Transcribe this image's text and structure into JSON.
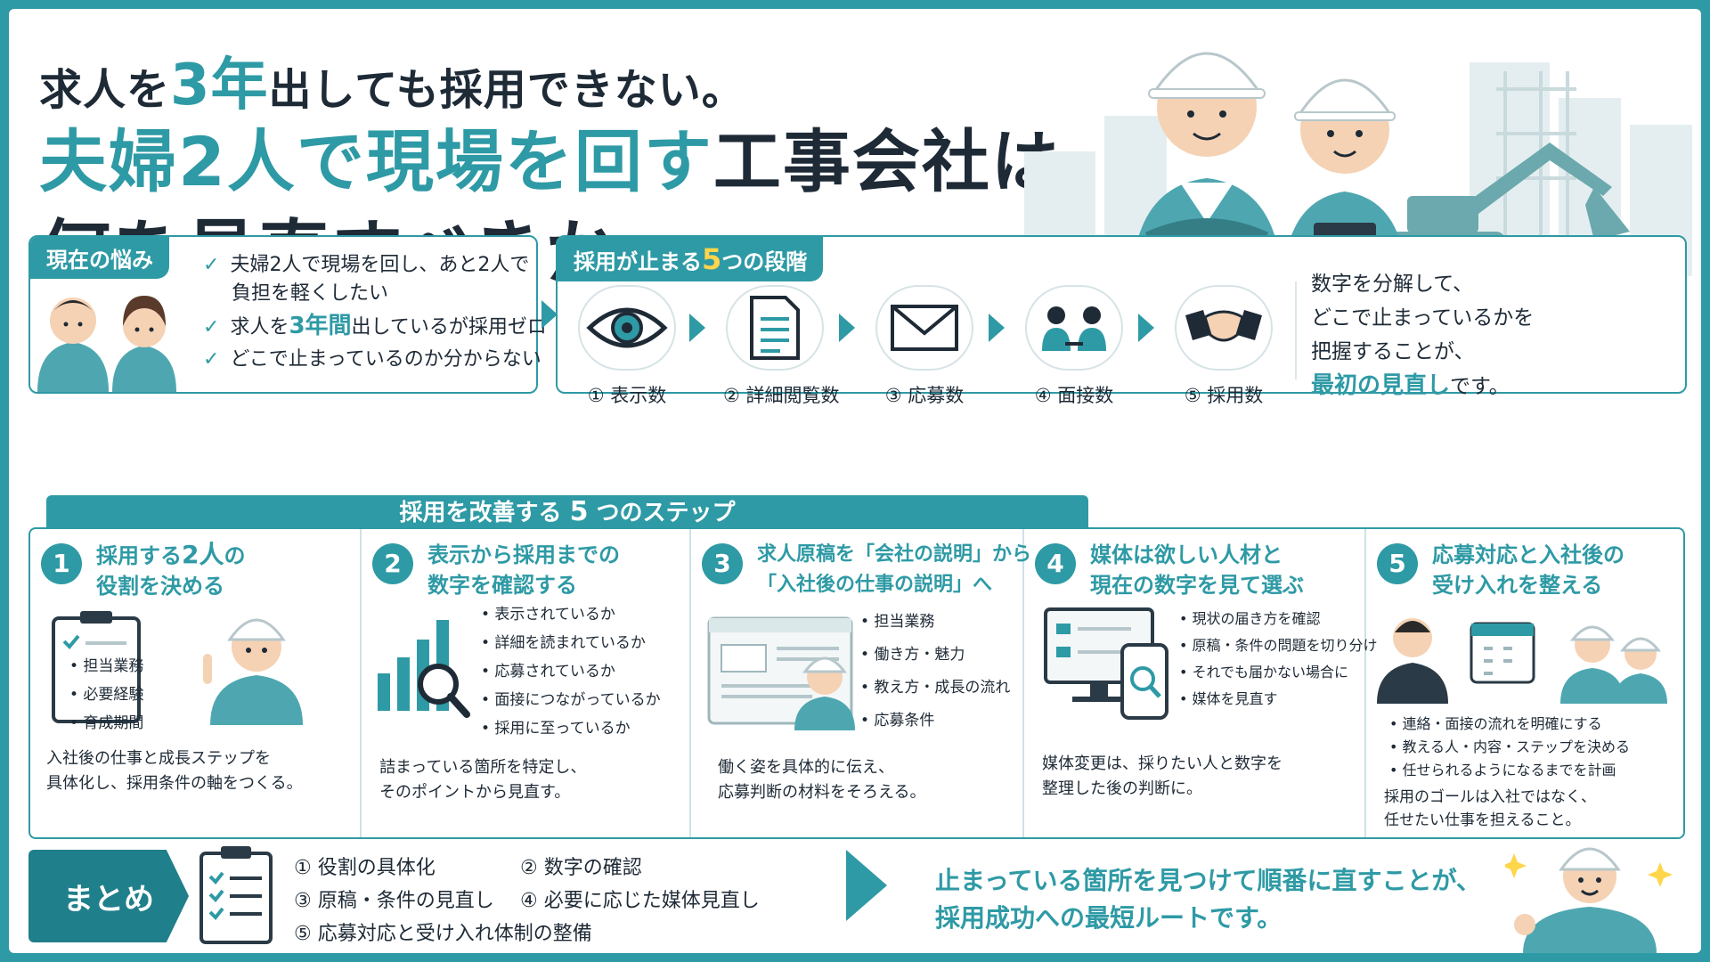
{
  "title": {
    "line1_a": "求人を",
    "line1_num": "3年",
    "line1_b": "出しても採用できない。",
    "line2_teal": "夫婦2人で現場を回す",
    "line2_b": "工事会社は",
    "line3": "何を見直すべきか"
  },
  "problems": {
    "tag": "現在の悩み",
    "item1_a": "夫婦2人で現場を回し、あと2人で",
    "item1_b": "負担を軽くしたい",
    "item2_a": "求人を",
    "item2_hl": "3年間",
    "item2_b": "出しているが採用ゼロ",
    "item3": "どこで止まっているのか分からない"
  },
  "stages": {
    "tag_a": "採用が止まる",
    "tag_num": "5",
    "tag_b": "つの段階",
    "items": [
      {
        "label": "① 表示数",
        "icon": "eye-icon"
      },
      {
        "label": "② 詳細閲覧数",
        "icon": "document-icon"
      },
      {
        "label": "③ 応募数",
        "icon": "envelope-icon"
      },
      {
        "label": "④ 面接数",
        "icon": "interview-icon"
      },
      {
        "label": "⑤ 採用数",
        "icon": "handshake-icon"
      }
    ],
    "note_1": "数字を分解して、",
    "note_2": "どこで止まっているかを",
    "note_3": "把握することが、",
    "note_hl": "最初の見直し",
    "note_4": "です。"
  },
  "steps": {
    "bar_a": "採用を改善する ",
    "bar_num": "5",
    "bar_b": " つのステップ",
    "items": [
      {
        "num": "1",
        "title_a": "採用する",
        "title_big": "2人",
        "title_b": "の",
        "title_2": "役割を決める",
        "bullets": [
          "担当業務",
          "必要経験",
          "育成期間"
        ],
        "desc_1": "入社後の仕事と成長ステップを",
        "desc_2": "具体化し、採用条件の軸をつくる。"
      },
      {
        "num": "2",
        "title_a": "表示から採用までの",
        "title_2": "数字を確認する",
        "bullets": [
          "表示されているか",
          "詳細を読まれているか",
          "応募されているか",
          "面接につながっているか",
          "採用に至っているか"
        ],
        "desc_1": "詰まっている箇所を特定し、",
        "desc_2": "そのポイントから見直す。"
      },
      {
        "num": "3",
        "title_a": "求人原稿を「会社の説明」から",
        "title_2": "「入社後の仕事の説明」へ",
        "bullets": [
          "担当業務",
          "働き方・魅力",
          "教え方・成長の流れ",
          "応募条件"
        ],
        "desc_1": "働く姿を具体的に伝え、",
        "desc_2": "応募判断の材料をそろえる。"
      },
      {
        "num": "4",
        "title_a": "媒体は欲しい人材と",
        "title_2": "現在の数字を見て選ぶ",
        "bullets": [
          "現状の届き方を確認",
          "原稿・条件の問題を切り分け",
          "それでも届かない場合に",
          "媒体を見直す"
        ],
        "desc_1": "媒体変更は、採りたい人と数字を",
        "desc_2": "整理した後の判断に。"
      },
      {
        "num": "5",
        "title_a": "応募対応と入社後の",
        "title_2": "受け入れを整える",
        "bullets": [
          "連絡・面接の流れを明確にする",
          "教える人・内容・ステップを決める",
          "任せられるようになるまでを計画"
        ],
        "desc_1": "採用のゴールは入社ではなく、",
        "desc_2": "任せたい仕事を担えること。"
      }
    ]
  },
  "summary": {
    "tag": "まとめ",
    "s1": "① 役割の具体化",
    "s2": "② 数字の確認",
    "s3": "③ 原稿・条件の見直し",
    "s4": "④ 必要に応じた媒体見直し",
    "s5": "⑤ 応募対応と受け入れ体制の整備",
    "msg_1": "止まっている箇所を見つけて順番に直すことが、",
    "msg_2": "採用成功への最短ルートです。"
  },
  "colors": {
    "teal": "#2e9aa5",
    "dark_teal": "#1f7f8a",
    "yellow": "#ffd54a",
    "ink": "#1e2a36"
  }
}
